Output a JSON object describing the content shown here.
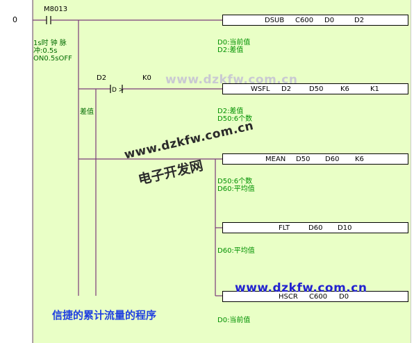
{
  "step_number": "0",
  "contacts": {
    "m8013": "M8013",
    "d2": "D2",
    "k0": "K0"
  },
  "comments": {
    "pulse_line1": "1s时 钟 脉",
    "pulse_line2": "冲:0.5s",
    "pulse_line3": "ON0.5sOFF",
    "diff_label": "差值"
  },
  "instructions": {
    "dsub": [
      "DSUB",
      "C600",
      "D0",
      "D2"
    ],
    "wsfl": [
      "WSFL",
      "D2",
      "D50",
      "K6",
      "K1"
    ],
    "mean": [
      "MEAN",
      "D50",
      "D60",
      "K6"
    ],
    "flt": [
      "FLT",
      "D60",
      "D10"
    ],
    "hscr": [
      "HSCR",
      "C600",
      "D0"
    ]
  },
  "device_comments": {
    "dsub_1": "D0:当前值",
    "dsub_2": "D2:差值",
    "wsfl_1": "D2:差值",
    "wsfl_2": "D50:6个数",
    "mean_1": "D50:6个数",
    "mean_2": "D60:平均值",
    "flt_1": "D60:平均值",
    "hscr_1": "D0:当前值"
  },
  "watermarks": {
    "url_1": "www.dzkfw.com.cn",
    "url_2": "www.dzkfw.com.cn",
    "site_cn": "电子开发网",
    "url_3": "www.dzkfw.com.cn"
  },
  "program_title": "信捷的累计流量的程序",
  "colors": {
    "ladder_background": "#e9ffc6",
    "wire": "#7a3a7a",
    "comment_green": "#009000",
    "title_blue": "#2040e0"
  }
}
